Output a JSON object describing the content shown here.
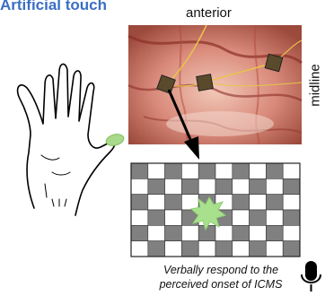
{
  "figure": {
    "title": "Artificial touch",
    "anterior_label": "anterior",
    "midline_label": "midline",
    "caption_line1": "Verbally respond to the",
    "caption_line2": "perceived onset of ICMS"
  },
  "colors": {
    "title": "#3a6fc4",
    "fingertip": "#a9d98a",
    "stimulus_burst": "#a9e08e",
    "checker_dark": "#808080",
    "checker_light": "#ffffff",
    "brain_tissue": "#d98a7a"
  },
  "icons": {
    "hand": "hand-outline-icon",
    "microphone": "microphone-icon",
    "arrow": "arrow-down-icon"
  },
  "checkerboard": {
    "rows": 6,
    "cols": 10
  }
}
